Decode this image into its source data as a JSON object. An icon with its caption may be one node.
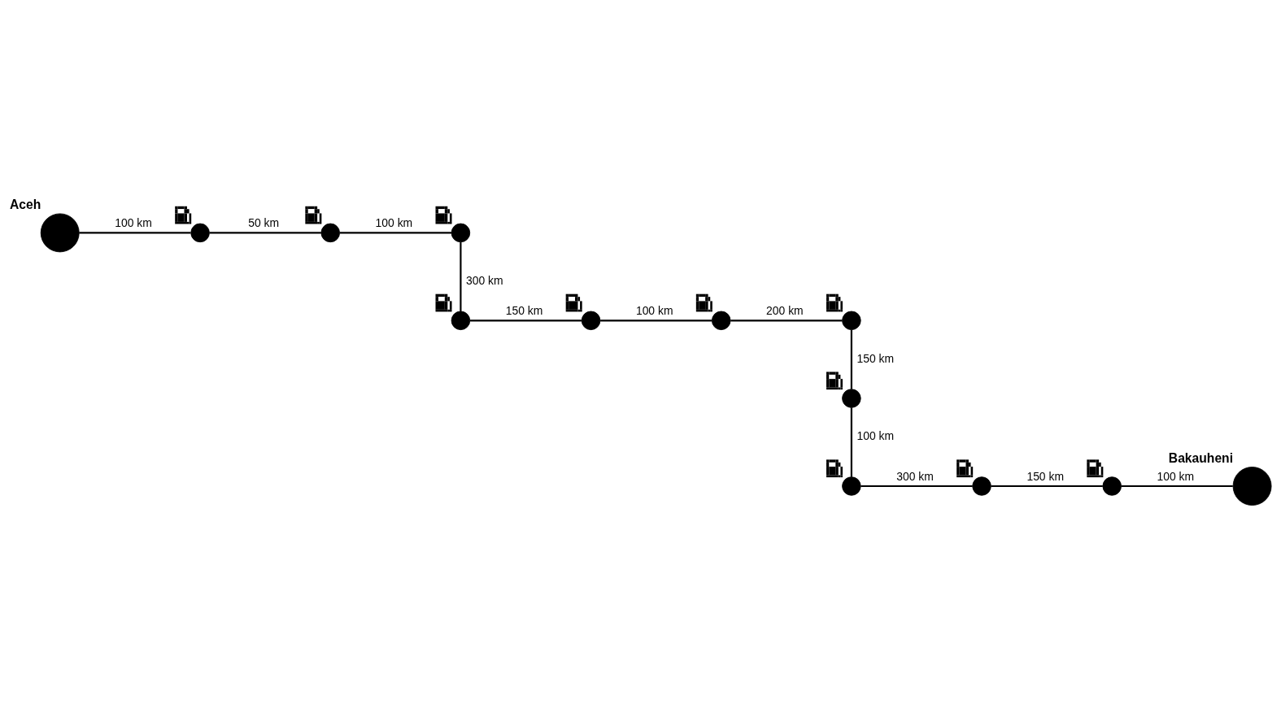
{
  "diagram": {
    "nodes": [
      {
        "text": [
          "Aceh"
        ]
      },
      {
        "text": [],
        "shape": "circle"
      },
      {
        "text": [],
        "shape": "circle"
      },
      {
        "text": [],
        "shape": "circle"
      },
      {
        "text": [],
        "shape": "circle"
      },
      {
        "text": [],
        "shape": "circle"
      },
      {
        "text": [],
        "shape": "circle"
      },
      {
        "text": [],
        "shape": "circle"
      },
      {
        "text": [],
        "shape": "circle"
      },
      {
        "text": [],
        "shape": "circle"
      },
      {
        "text": [],
        "shape": "circle"
      },
      {
        "text": [],
        "shape": "circle"
      },
      {
        "text": [
          "Bakauheni"
        ]
      }
    ],
    "edges": [
      {
        "from": 0,
        "to": 1,
        "arrow": "none",
        "label": "100 km"
      },
      {
        "from": 1,
        "to": 2,
        "arrow": "none",
        "label": "50 km"
      },
      {
        "from": 2,
        "to": 3,
        "arrow": "none",
        "label": "100 km"
      },
      {
        "from": 3,
        "to": 4,
        "arrow": "none",
        "label": "300 km"
      },
      {
        "from": 4,
        "to": 5,
        "arrow": "none",
        "label": "150 km"
      },
      {
        "from": 5,
        "to": 6,
        "arrow": "none",
        "label": "100 km"
      },
      {
        "from": 6,
        "to": 7,
        "arrow": "none",
        "label": "200 km"
      },
      {
        "from": 7,
        "to": 8,
        "arrow": "none",
        "label": "150 km"
      },
      {
        "from": 8,
        "to": 9,
        "arrow": "none",
        "label": "100 km"
      },
      {
        "from": 9,
        "to": 10,
        "arrow": "none",
        "label": "300 km"
      },
      {
        "from": 10,
        "to": 11,
        "arrow": "none",
        "label": "150 km"
      },
      {
        "from": 11,
        "to": 12,
        "arrow": "none",
        "label": "100 km"
      }
    ]
  }
}
